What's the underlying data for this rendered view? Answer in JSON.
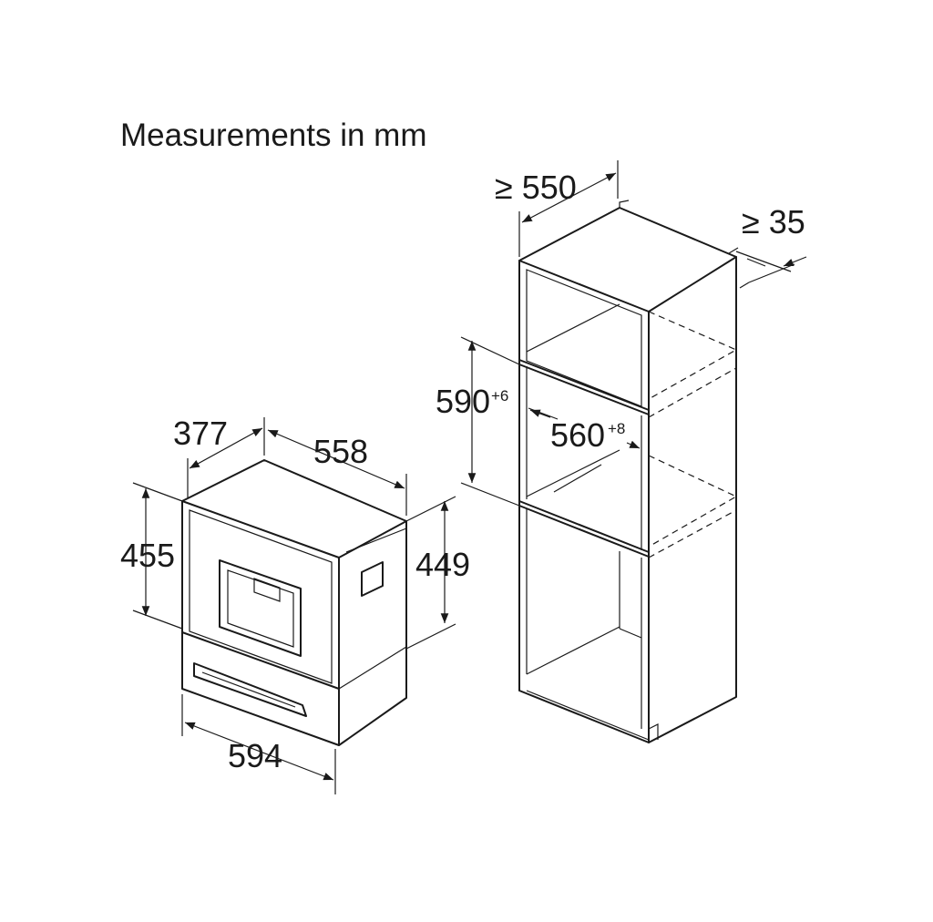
{
  "title": "Measurements in mm",
  "appliance": {
    "depth_label": "377",
    "width_depth_label": "558",
    "height_label": "455",
    "side_height_label": "449",
    "width_label": "594"
  },
  "cabinet": {
    "depth_label": "≥ 550",
    "gap_label": "≥ 35",
    "niche_height_label": "590",
    "niche_height_tol": "+6",
    "niche_width_label": "560",
    "niche_width_tol": "+8"
  }
}
